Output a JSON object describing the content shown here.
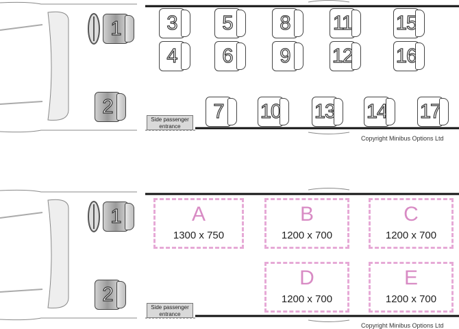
{
  "plan_seats": {
    "seats": [
      {
        "id": "1",
        "driver": true
      },
      {
        "id": "2",
        "driver": true
      },
      {
        "id": "3"
      },
      {
        "id": "4"
      },
      {
        "id": "5"
      },
      {
        "id": "6"
      },
      {
        "id": "7"
      },
      {
        "id": "8"
      },
      {
        "id": "9"
      },
      {
        "id": "10"
      },
      {
        "id": "11"
      },
      {
        "id": "12"
      },
      {
        "id": "13"
      },
      {
        "id": "14"
      },
      {
        "id": "15"
      },
      {
        "id": "16"
      },
      {
        "id": "17"
      }
    ],
    "door_label": "Side passenger entrance",
    "copyright": "Copyright Minibus Options Ltd"
  },
  "plan_cargo": {
    "seats": [
      {
        "id": "1",
        "driver": true
      },
      {
        "id": "2",
        "driver": true
      }
    ],
    "areas": [
      {
        "letter": "A",
        "dims": "1300 x 750"
      },
      {
        "letter": "B",
        "dims": "1200 x 700"
      },
      {
        "letter": "C",
        "dims": "1200 x 700"
      },
      {
        "letter": "D",
        "dims": "1200 x 700"
      },
      {
        "letter": "E",
        "dims": "1200 x 700"
      }
    ],
    "door_label": "Side passenger entrance",
    "copyright": "Copyright Minibus Options Ltd"
  },
  "colors": {
    "cargo_outline": "#e6a9d6",
    "cargo_letter": "#d88bc4",
    "driver_seat": "#9a9a9a"
  }
}
